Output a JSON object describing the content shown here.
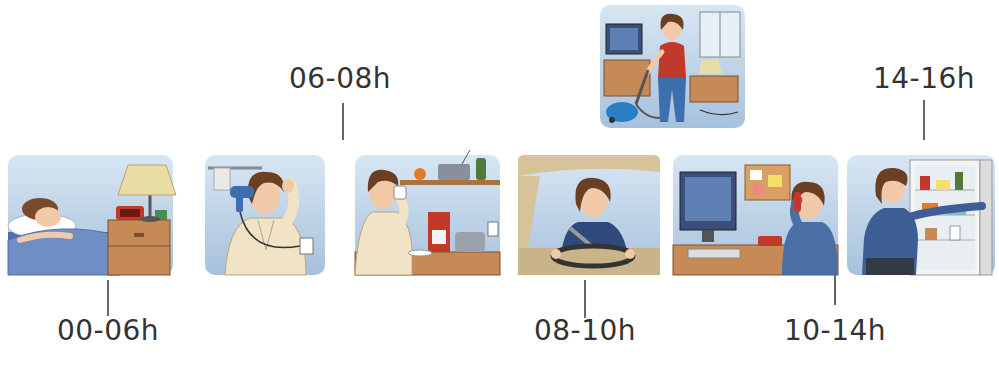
{
  "diagram": {
    "labels": [
      "00-06h",
      "06-08h",
      "08-10h",
      "10-14h",
      "14-16h"
    ]
  }
}
